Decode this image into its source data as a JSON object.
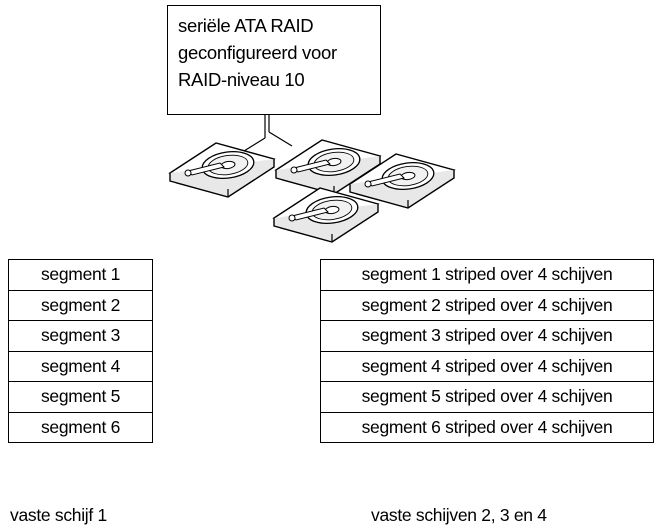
{
  "controller": {
    "lines": [
      "seriële ATA RAID",
      "geconfigureerd voor",
      "RAID-niveau 10"
    ]
  },
  "drive_icons": [
    "hard-drive-icon",
    "hard-drive-icon",
    "hard-drive-icon",
    "hard-drive-icon"
  ],
  "left_table": {
    "rows": [
      "segment 1",
      "segment 2",
      "segment 3",
      "segment 4",
      "segment 5",
      "segment 6"
    ],
    "caption": "vaste schijf 1"
  },
  "right_table": {
    "rows": [
      "segment 1 striped over 4 schijven",
      "segment 2 striped over 4 schijven",
      "segment 3 striped over 4 schijven",
      "segment 4 striped over 4 schijven",
      "segment 5 striped over 4 schijven",
      "segment 6 striped over 4 schijven"
    ],
    "caption": "vaste schijven 2, 3 en 4"
  }
}
